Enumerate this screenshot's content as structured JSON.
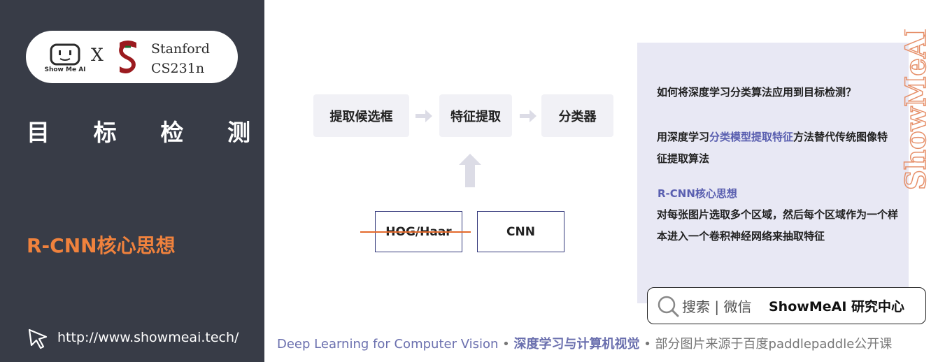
{
  "sidebar": {
    "logo_text": "Show Me AI",
    "x_mark": "X",
    "stanford_line1": "Stanford",
    "stanford_line2": "CS231n",
    "title_chars": [
      "目",
      "标",
      "检",
      "测"
    ],
    "section_title": "R-CNN核心思想",
    "url": "http://www.showmeai.tech/",
    "accent_color": "#f0823d",
    "bg_color": "#383c47"
  },
  "diagram": {
    "step1": "提取候选框",
    "step2": "特征提取",
    "step3": "分类器",
    "feature_old": "HOG/Haar",
    "feature_new": "CNN",
    "strike_color": "#e46a2c"
  },
  "panel": {
    "question": "如何将深度学习分类算法应用到目标检测？",
    "answer_pre": "用深度学习",
    "answer_highlight": "分类模型提取特征",
    "answer_post": "方法替代传统图像特征提取算法",
    "rcnn_heading": "R-CNN核心思想",
    "rcnn_body": "对每张图片选取多个区域，然后每个区域作为一个样本进入一个卷积神经网络来抽取特征",
    "watermark": "ShowMeAI",
    "highlight_color": "#5a5fb0"
  },
  "search": {
    "label": "搜索 | 微信",
    "brand": "ShowMeAI 研究中心"
  },
  "footer": {
    "part1": "Deep Learning for Computer Vision",
    "sep": " • ",
    "part2": "深度学习与计算机视觉",
    "part3": "部分图片来源于百度paddlepaddle公开课"
  }
}
